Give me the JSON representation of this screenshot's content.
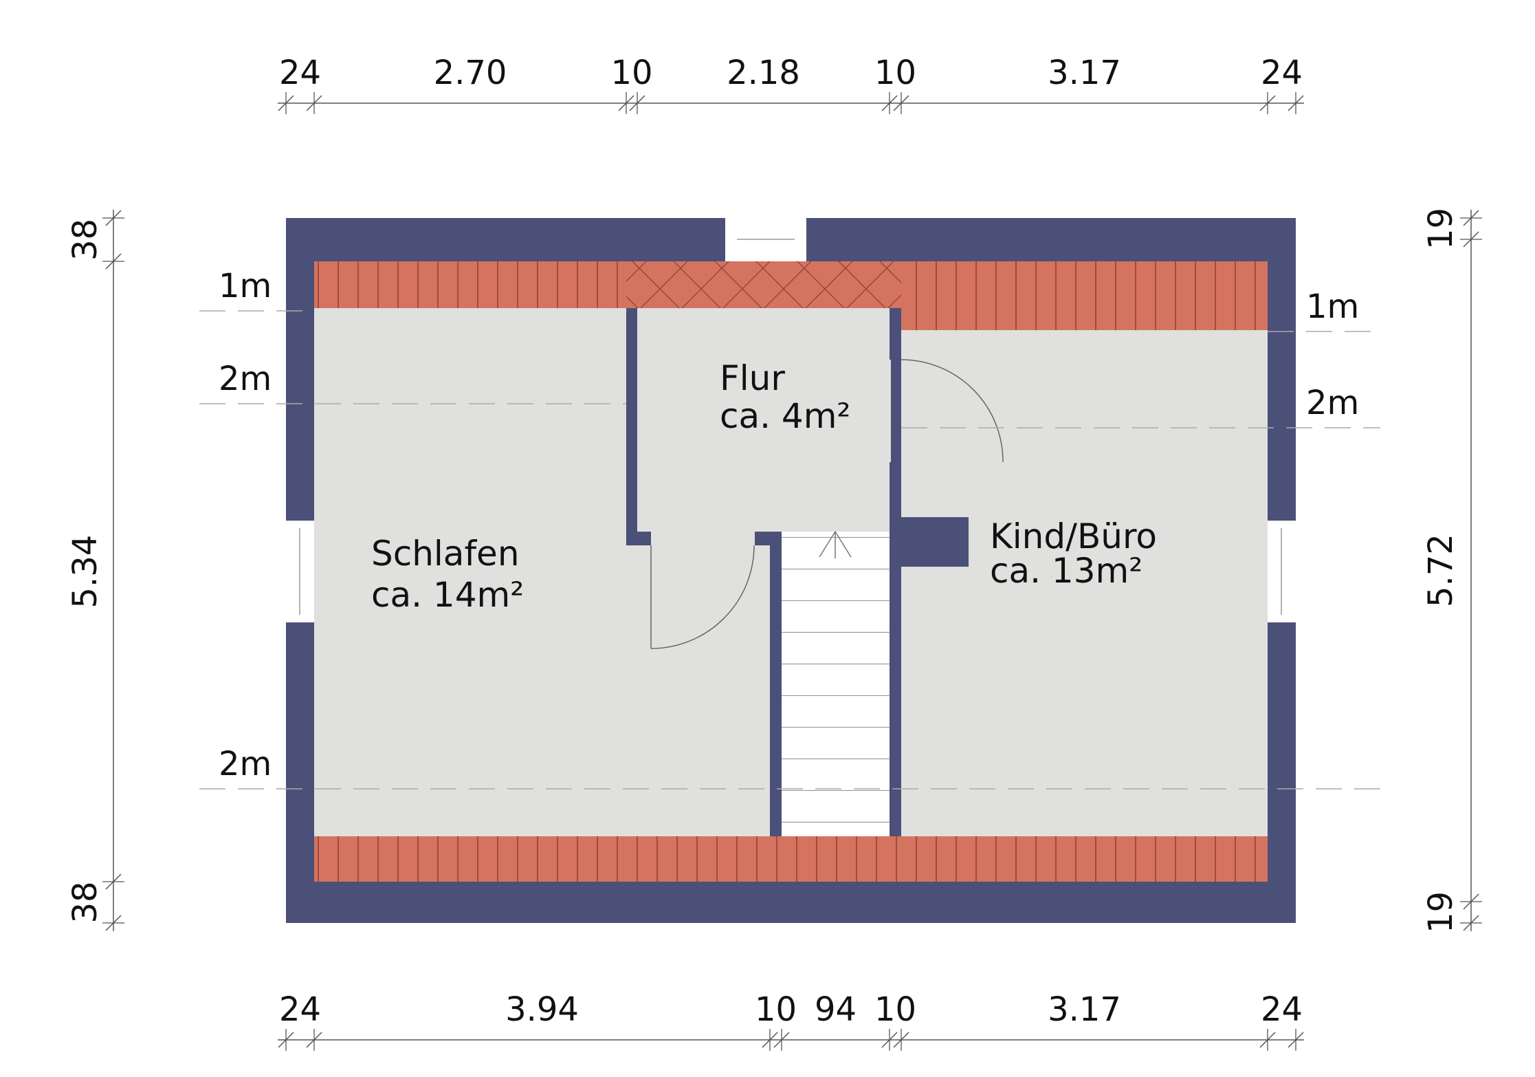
{
  "colors": {
    "wall": "#4a5078",
    "floor": "#e0e0de",
    "roof_slope": "#d4735f",
    "roof_slope_hatch": "#8e3e30",
    "stair": "#ffffff",
    "dimension_line": "#555555",
    "height_line": "#aaaaaa"
  },
  "dimensions": {
    "top": [
      "24",
      "2.70",
      "10",
      "2.18",
      "10",
      "3.17",
      "24"
    ],
    "bottom": [
      "24",
      "3.94",
      "10",
      "94",
      "10",
      "3.17",
      "24"
    ],
    "left": [
      "38",
      "5.34",
      "38"
    ],
    "right": [
      "19",
      "5.72",
      "19"
    ]
  },
  "rooms": {
    "schlafen": {
      "name": "Schlafen",
      "area": "ca. 14m²"
    },
    "flur": {
      "name": "Flur",
      "area": "ca. 4m²"
    },
    "kind": {
      "name": "Kind/Büro",
      "area": "ca. 13m²"
    }
  },
  "height_markers": {
    "left_1m": "1m",
    "left_2m_top": "2m",
    "left_2m_bottom": "2m",
    "right_1m": "1m",
    "right_2m": "2m"
  }
}
